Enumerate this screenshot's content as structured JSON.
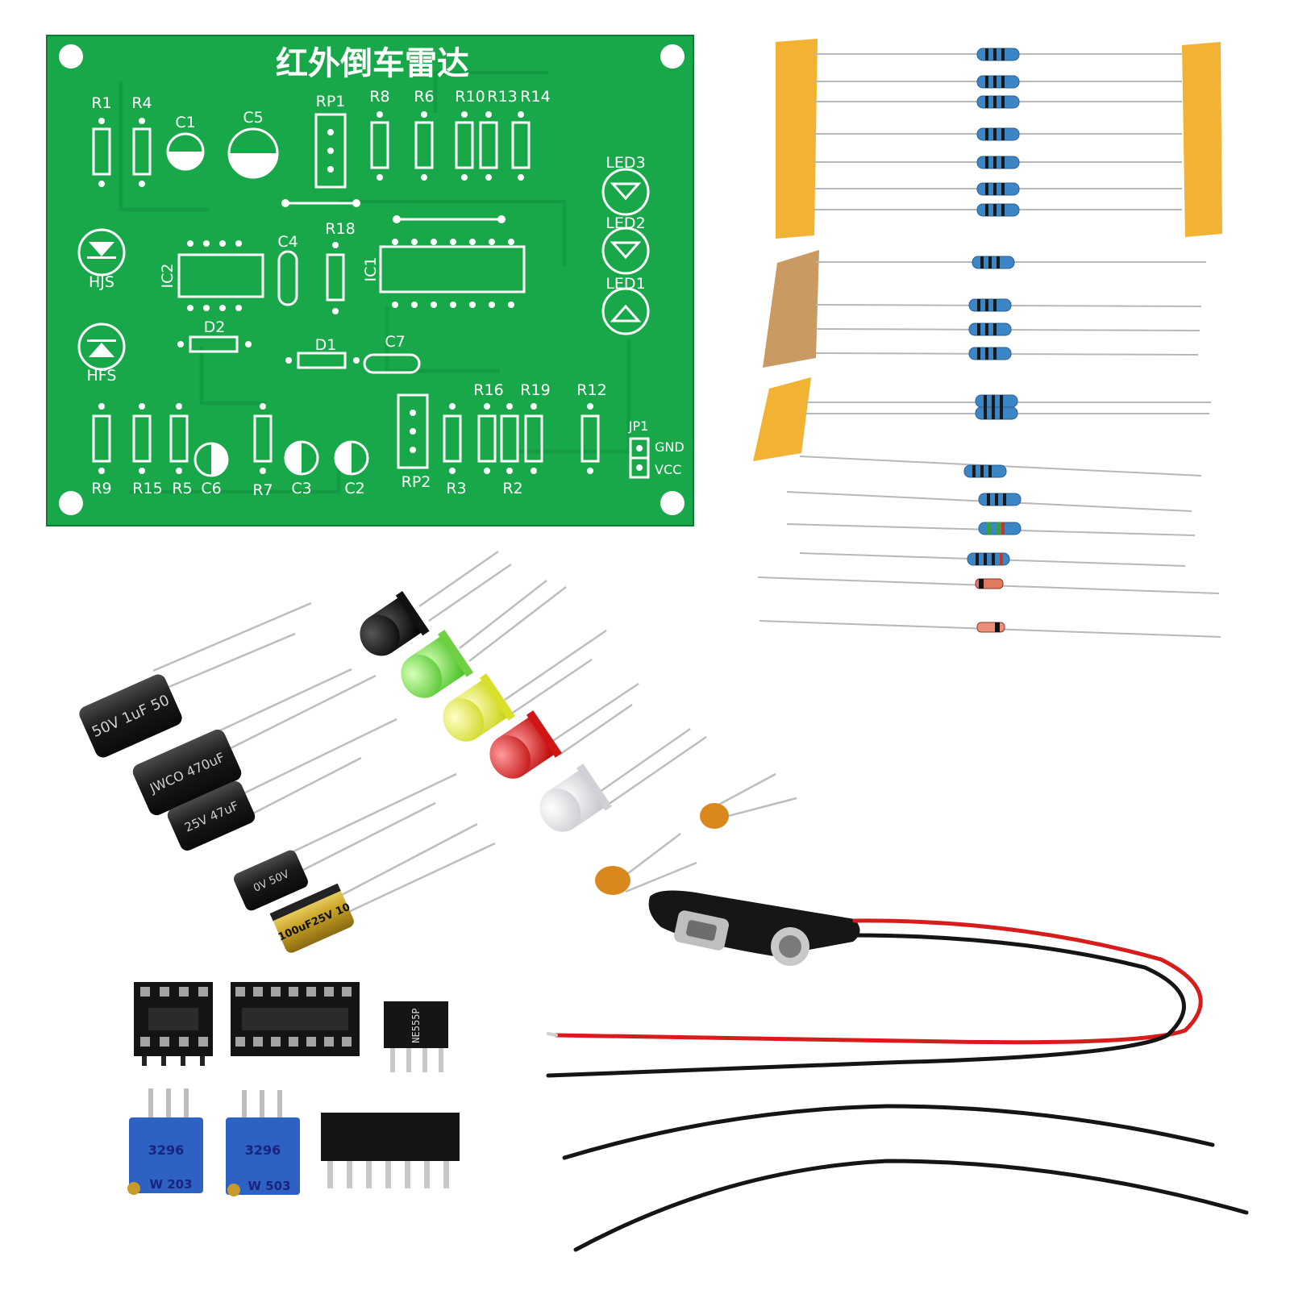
{
  "pcb": {
    "title": "红外倒车雷达",
    "labels": {
      "r1": "R1",
      "r4": "R4",
      "c1": "C1",
      "c5": "C5",
      "rp1": "RP1",
      "r8": "R8",
      "r6": "R6",
      "r10": "R10",
      "r13": "R13",
      "r14": "R14",
      "led3": "LED3",
      "led2": "LED2",
      "led1": "LED1",
      "hjs": "HJS",
      "hfs": "HFS",
      "ic2": "IC2",
      "ic1": "IC1",
      "c4": "C4",
      "r18": "R18",
      "d2": "D2",
      "d1": "D1",
      "c7": "C7",
      "r16": "R16",
      "r19": "R19",
      "r12": "R12",
      "jp1": "JP1",
      "gnd": "GND",
      "vcc": "VCC",
      "r9": "R9",
      "r15": "R15",
      "r5": "R5",
      "c6": "C6",
      "r7": "R7",
      "c3": "C3",
      "c2": "C2",
      "rp2": "RP2",
      "r3": "R3",
      "r2": "R2"
    }
  },
  "components": {
    "cap_marks": {
      "cap1": "50V  1uF 50",
      "cap2": "JWCO 470uF",
      "cap3": "25V 47uF",
      "cap4": "0V 50V",
      "cap5": "100uF25V 10"
    },
    "chip_marks": {
      "ne555": "NE555P"
    },
    "pot_marks": {
      "pot1": "W 203",
      "pot2": "W 503",
      "pot_brand1": "3296",
      "pot_brand2": "3296"
    }
  },
  "colors": {
    "pcb_green": "#18a84a",
    "tape_yellow": "#f2b233",
    "tape_brown": "#c99a62",
    "resistor_blue": "#3d86c6",
    "wire_red": "#d81c1c",
    "wire_black": "#151515",
    "led_green": "#7ee04a",
    "led_yellow": "#e8ee3a",
    "led_red": "#e21818",
    "led_black": "#111111",
    "pot_blue": "#2d62c4",
    "ceramic_orange": "#d9881e"
  }
}
